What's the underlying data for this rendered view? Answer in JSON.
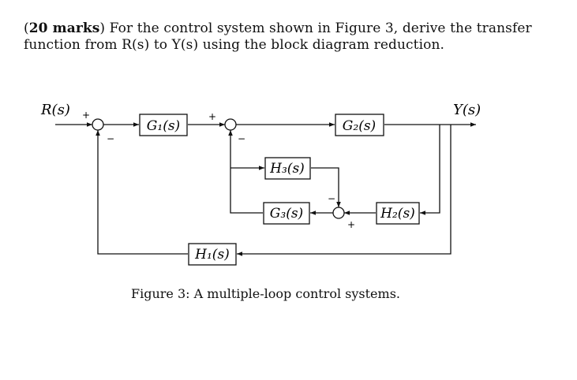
{
  "question": {
    "open_paren": "(",
    "marks": "20 marks",
    "text": ") For the control system shown in Figure 3, derive the transfer function from R(s) to Y(s) using the block diagram reduction."
  },
  "diagram": {
    "input_label": "R(s)",
    "output_label": "Y(s)",
    "blocks": {
      "g1": "G₁(s)",
      "g2": "G₂(s)",
      "g3": "G₃(s)",
      "h1": "H₁(s)",
      "h2": "H₂(s)",
      "h3": "H₃(s)"
    },
    "signs": {
      "sum1_plus": "+",
      "sum1_minus": "−",
      "sum2_plus": "+",
      "sum2_minus": "−",
      "sum3_minus": "−",
      "sum3_plus": "+"
    }
  },
  "caption": "Figure 3: A multiple-loop control systems."
}
